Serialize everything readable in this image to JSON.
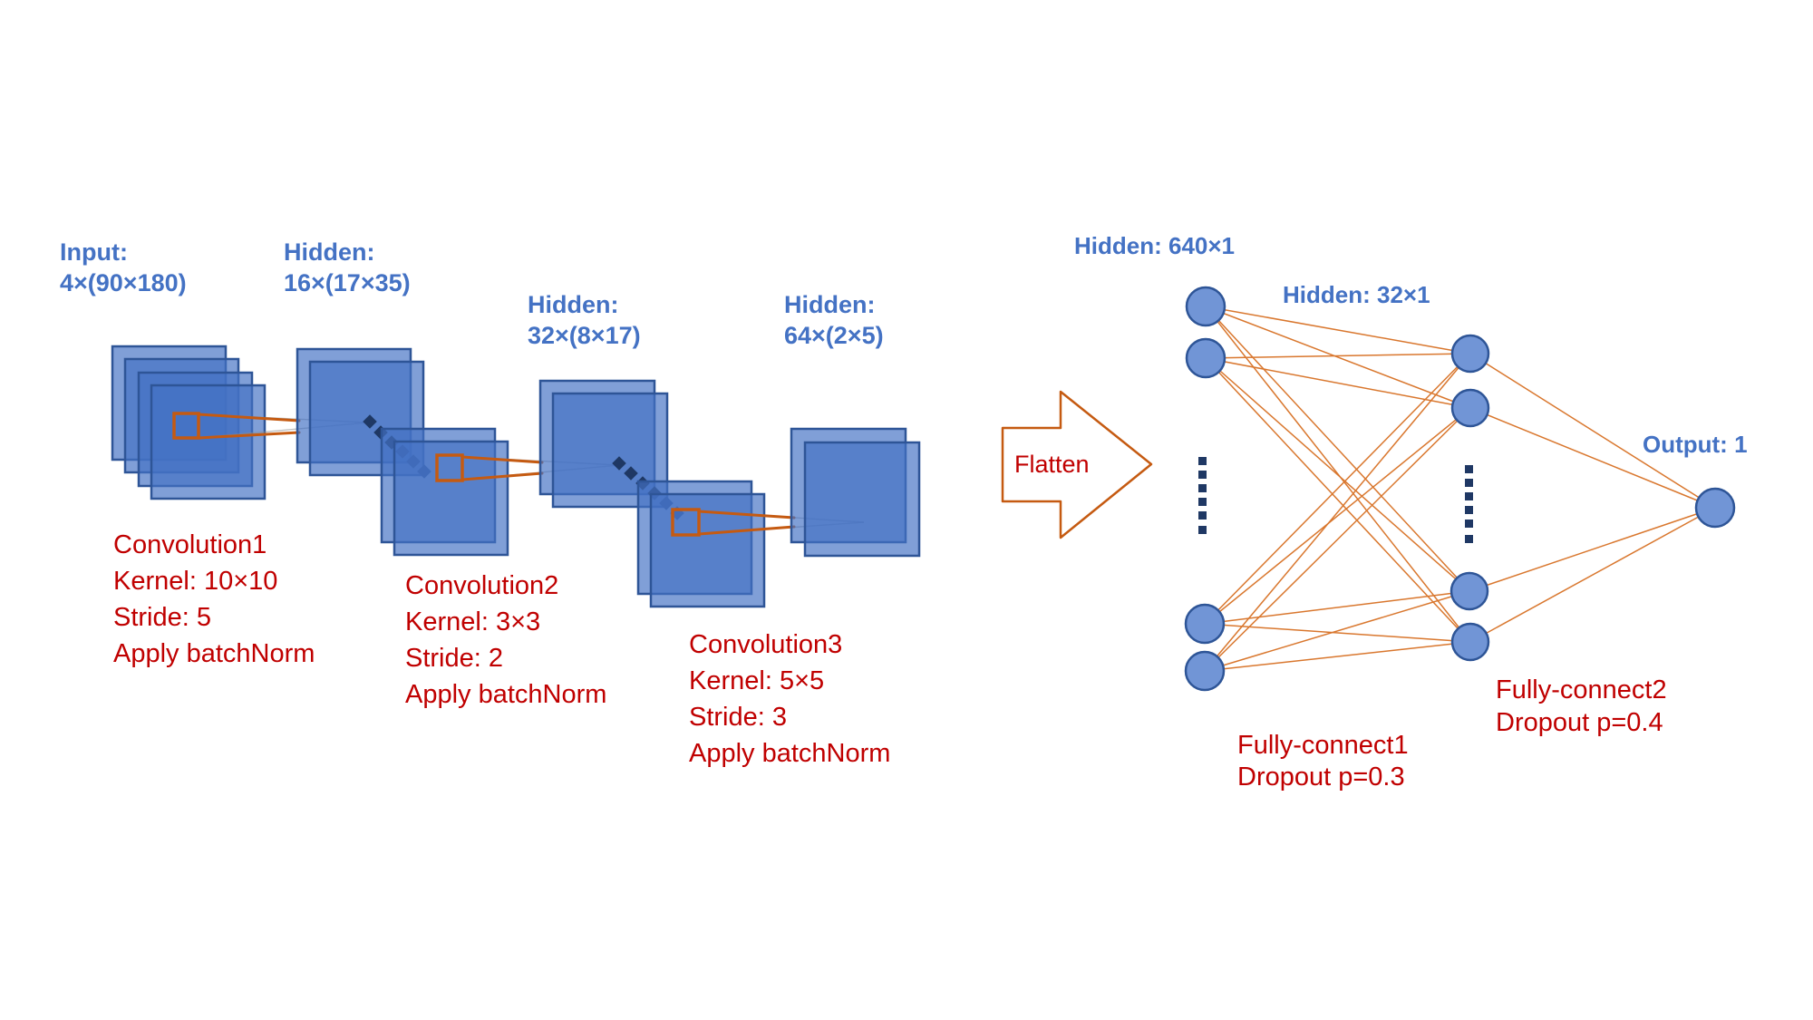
{
  "colors": {
    "blue-text": "#4472C4",
    "red-text": "#C00000",
    "fm-fill": "#4472C4",
    "fm-stroke": "#2E5597",
    "node-fill": "#7195D6",
    "node-stroke": "#2E5597",
    "orange": "#C55A11",
    "orange-line": "#D9772E",
    "dot": "#1F3864",
    "gray-line": "#8C8C8C",
    "background": "#FFFFFF"
  },
  "cnn": {
    "layers": [
      {
        "title": "Input:",
        "dims": "4×(90×180)"
      },
      {
        "title": "Hidden:",
        "dims": "16×(17×35)"
      },
      {
        "title": "Hidden:",
        "dims": "32×(8×17)"
      },
      {
        "title": "Hidden:",
        "dims": "64×(2×5)"
      }
    ],
    "convolutions": [
      {
        "lines": [
          "Convolution1",
          "Kernel: 10×10",
          "Stride: 5",
          "Apply batchNorm"
        ]
      },
      {
        "lines": [
          "Convolution2",
          "Kernel: 3×3",
          "Stride: 2",
          "Apply batchNorm"
        ]
      },
      {
        "lines": [
          "Convolution3",
          "Kernel: 5×5",
          "Stride: 3",
          "Apply batchNorm"
        ]
      }
    ]
  },
  "flatten_label": "Flatten",
  "fc": {
    "hidden1_label": "Hidden: 640×1",
    "hidden2_label": "Hidden: 32×1",
    "output_label": "Output: 1",
    "fc1": {
      "line1": "Fully-connect1",
      "line2": "Dropout p=0.3"
    },
    "fc2": {
      "line1": "Fully-connect2",
      "line2": "Dropout p=0.4"
    }
  }
}
